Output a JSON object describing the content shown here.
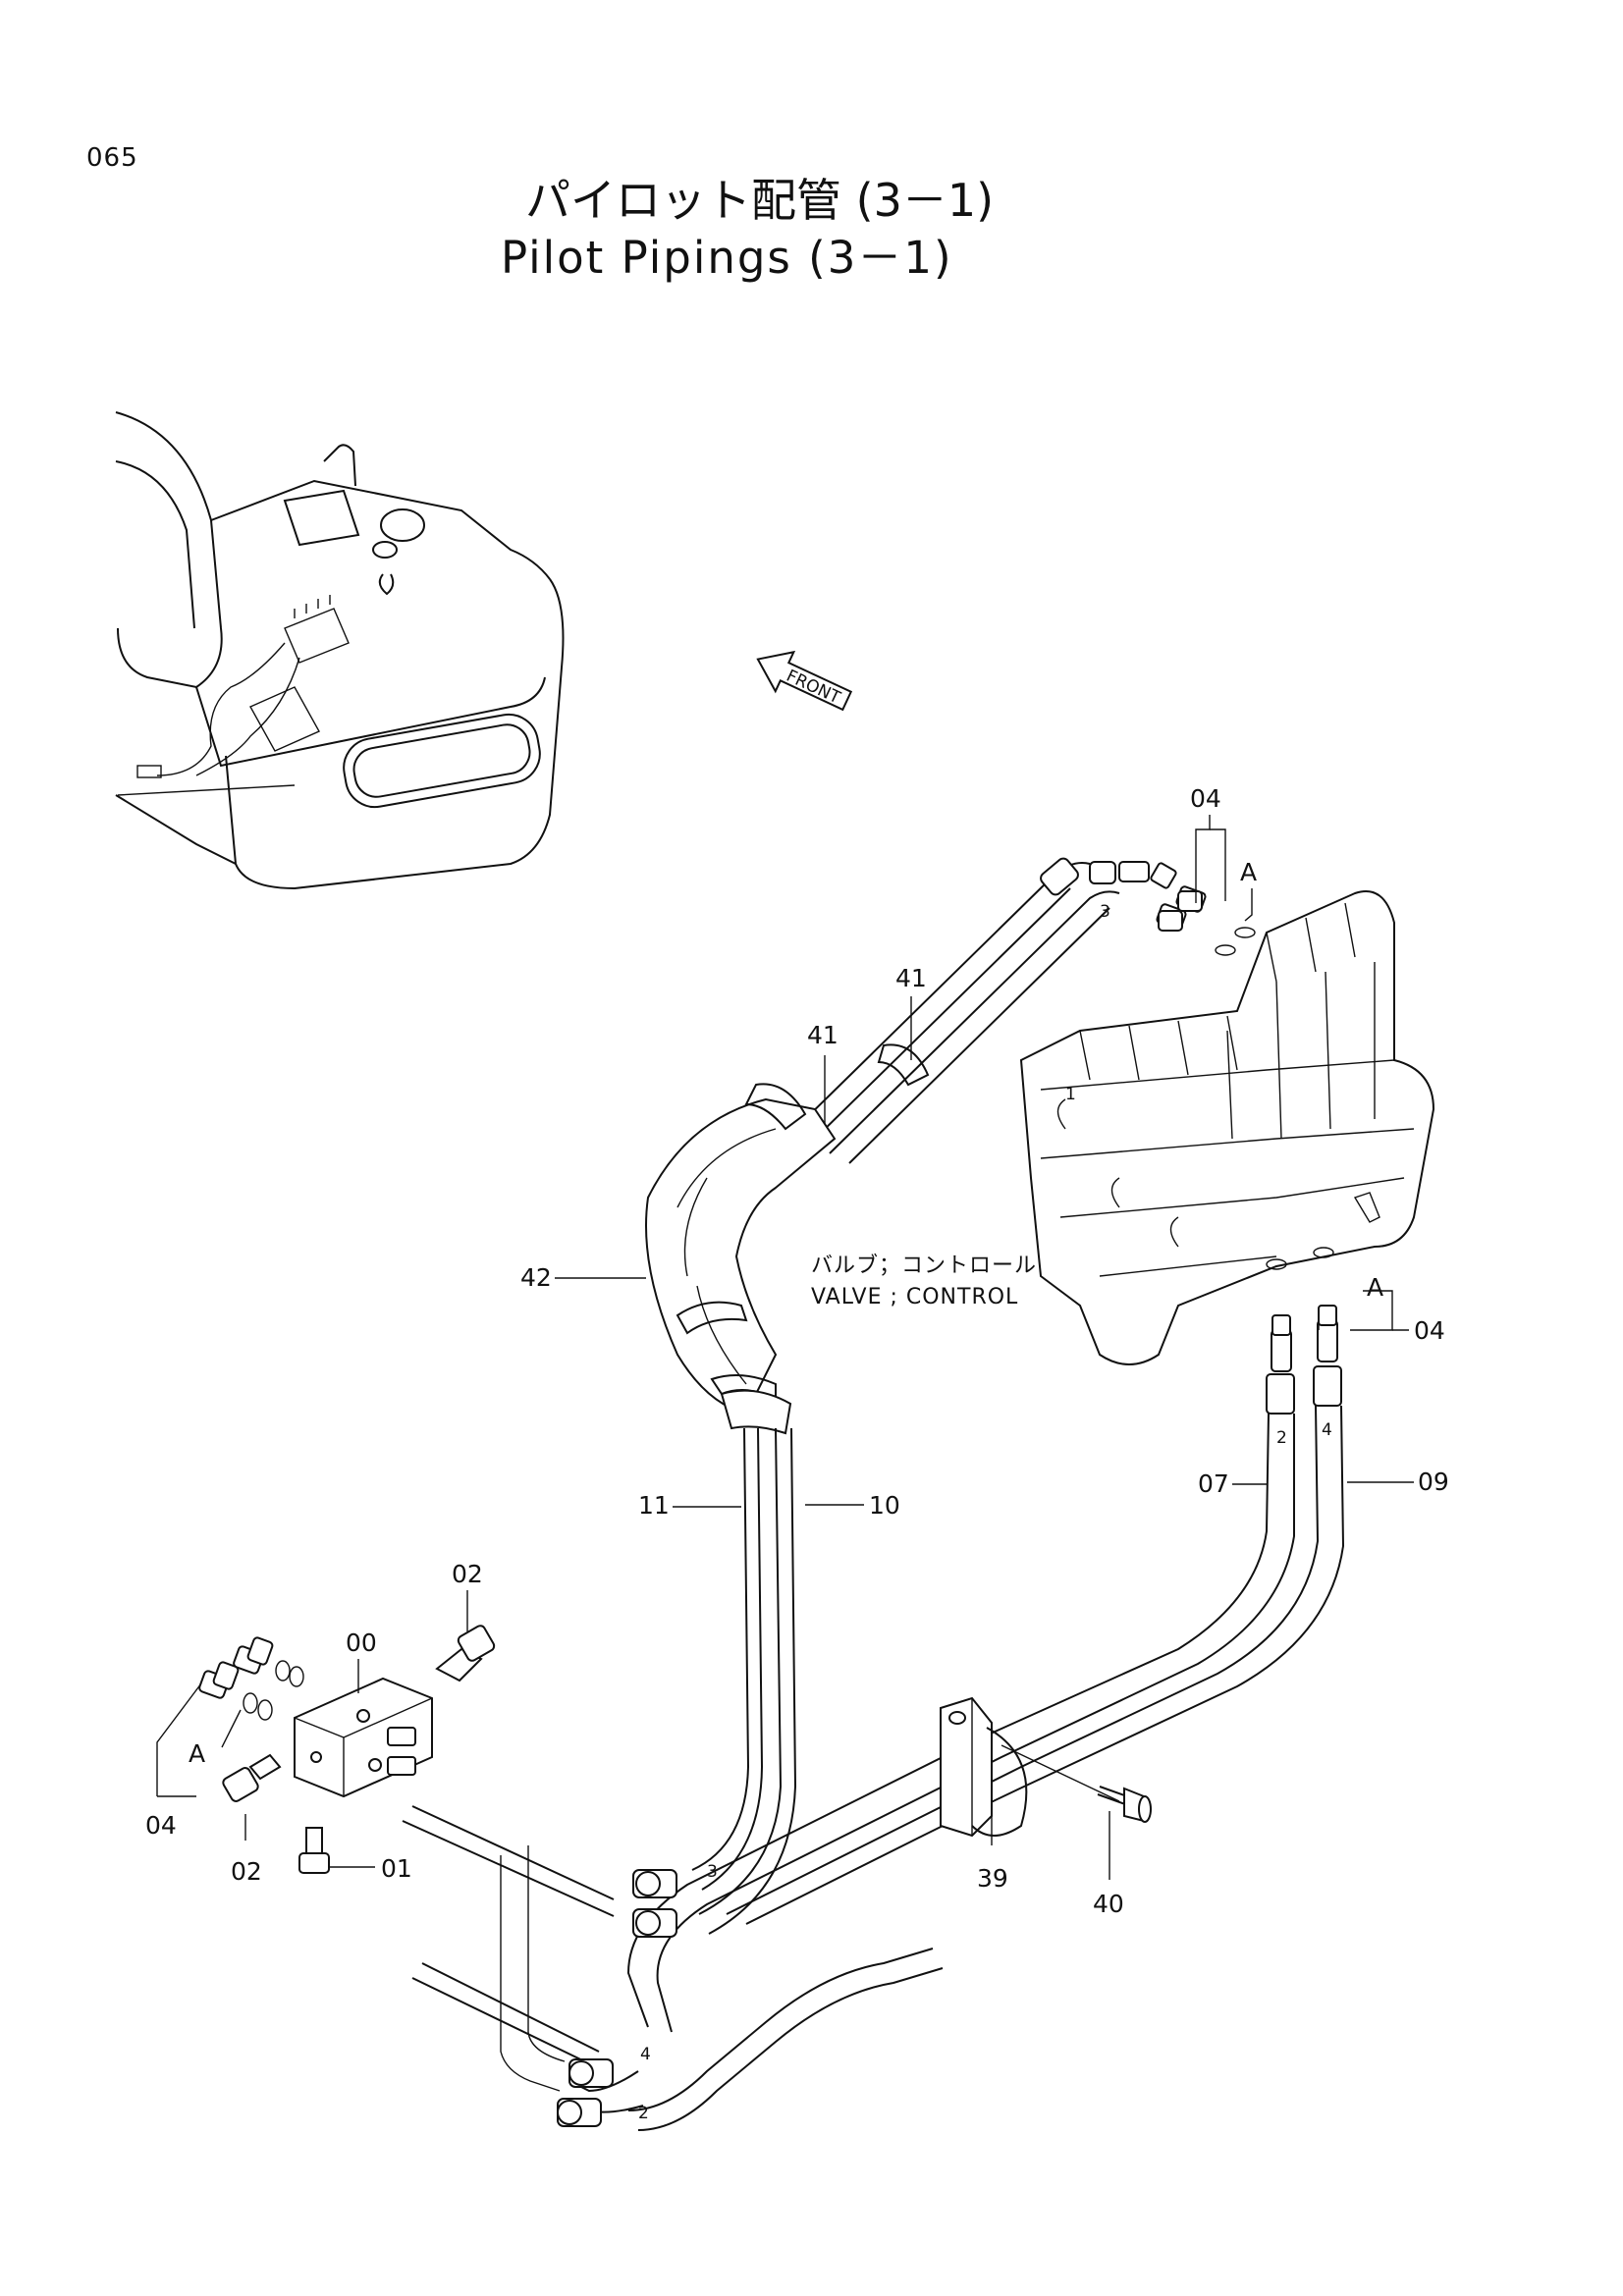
{
  "page_number": "065",
  "title": {
    "jp": "パイロット配管 (3－1)",
    "en": "Pilot Pipings (3－1)"
  },
  "front_label": "FRONT",
  "valve_label": {
    "jp": "バルブ；コントロール",
    "en": "VALVE ; CONTROL"
  },
  "callouts": {
    "c00": "00",
    "c01": "01",
    "c02a": "02",
    "c02b": "02",
    "c04a": "04",
    "c04b": "04",
    "c04c": "04",
    "c07": "07",
    "c09": "09",
    "c10": "10",
    "c11": "11",
    "c39": "39",
    "c40": "40",
    "c41a": "41",
    "c41b": "41",
    "c42": "42"
  },
  "section_marks": {
    "a1": "A",
    "a2": "A",
    "a3": "A"
  },
  "hose_numbers": {
    "n1": "1",
    "n3a": "3",
    "n2a": "2",
    "n4a": "4",
    "n3b": "3",
    "n4b": "4",
    "n2b": "2"
  }
}
